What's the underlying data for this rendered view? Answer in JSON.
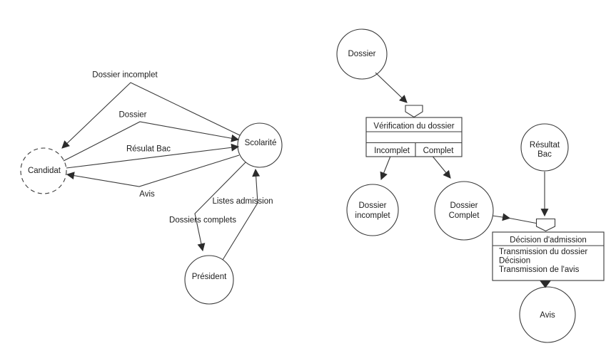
{
  "background": "#ffffff",
  "ink": {
    "line_color": "#3a3a3a",
    "text_color": "#1c1c1c"
  },
  "left_diagram": {
    "nodes": {
      "candidat": "Candidat",
      "scolarite": "Scolarité",
      "president": "Président"
    },
    "flows": {
      "dossier_incomplet": "Dossier incomplet",
      "dossier": "Dossier",
      "resulat_bac": "Résulat Bac",
      "avis": "Avis",
      "dossiers_complets": "Dossiers complets",
      "listes_admission": "Listes admission"
    }
  },
  "right_diagram": {
    "nodes": {
      "dossier": "Dossier",
      "dossier_incomplet": {
        "line1": "Dossier",
        "line2": "incomplet"
      },
      "dossier_complet": {
        "line1": "Dossier",
        "line2": "Complet"
      },
      "resultat_bac": {
        "line1": "Résultat",
        "line2": "Bac"
      },
      "avis": "Avis"
    },
    "operations": {
      "verification": {
        "title": "Vérification du dossier",
        "outcomes": [
          "Incomplet",
          "Complet"
        ]
      },
      "decision": {
        "title": "Décision d'admission",
        "actions": [
          "Transmission du dossier",
          "Décision",
          "Transmission de l'avis"
        ]
      }
    }
  }
}
